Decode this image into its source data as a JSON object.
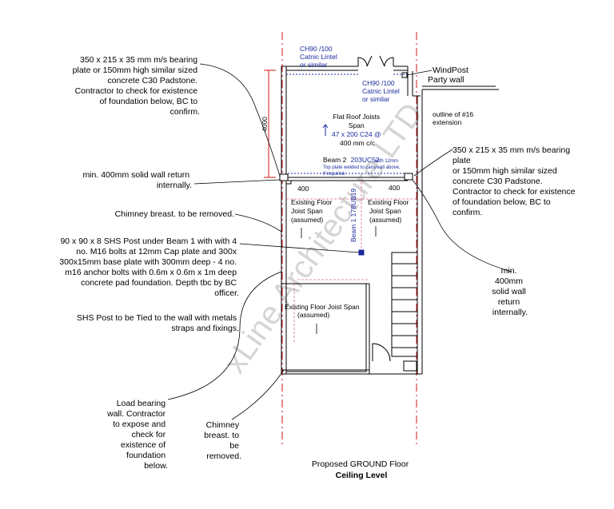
{
  "notes": {
    "padstone_left": [
      "350 x 215 x 35 mm m/s bearing",
      "plate or 150mm high similar sized",
      "concrete C30 Padstone.",
      "Contractor to check for existence",
      "of foundation below, BC to",
      "confirm."
    ],
    "wall_return_left": [
      "min. 400mm solid wall return",
      "internally."
    ],
    "chimney_remove_top": "Chimney breast. to be removed.",
    "sHS_post": [
      "90 x 90 x 8 SHS Post under Beam 1 with with 4",
      "no. M16 bolts at 12mm Cap plate and 300x",
      "300x15mm base plate with 300mm deep - 4 no.",
      "m16 anchor bolts with 0.6m x 0.6m x 1m deep",
      "concrete pad foundation. Depth tbc by BC",
      "officer."
    ],
    "sHS_tie": [
      "SHS Post to be Tied to the wall with metals",
      "straps and fixings."
    ],
    "load_bearing": [
      "Load bearing",
      "wall. Contractor",
      "to expose and",
      "check for",
      "existence of",
      "foundation",
      "below."
    ],
    "chimney_bottom": [
      "Chimney",
      "breast. to",
      "be",
      "removed."
    ],
    "windpost": [
      "WindPost",
      "Party wall"
    ],
    "outline": [
      "outline of #16",
      "extension"
    ],
    "padstone_right": [
      "350 x 215 x 35 mm m/s bearing",
      "plate",
      "or 150mm high similar sized",
      "concrete C30 Padstone.",
      "Contractor to check for existence",
      "of foundation below, BC to",
      "confirm."
    ],
    "wall_return_right": [
      "min.",
      "400mm",
      "solid wall",
      "return",
      "internally."
    ]
  },
  "plan_labels": {
    "lintel_left": [
      "CH90 /100",
      "Catnic Lintel",
      "or similar"
    ],
    "lintel_right": [
      "CH90 /100",
      "Catnic Lintel",
      "or similar"
    ],
    "flat_roof": [
      "Flat Roof Joists",
      "Span",
      "47 x 200 C24 @",
      "400 mm c/c"
    ],
    "beam2": "Beam 2",
    "beam2_spec": "203UC52",
    "beam2_note": [
      "with 12mm",
      "Top plate welded to carrywall above,",
      "if required."
    ],
    "dim_4000": "4000",
    "dim_400_left": "400",
    "dim_400_right": "400",
    "joist_left": [
      "Existing Floor",
      "Joist Span",
      "(assumed)"
    ],
    "joist_right": [
      "Existing Floor",
      "Joist Span",
      "(assumed)"
    ],
    "joist_bottom": [
      "Existing Floor Joist Span",
      "(assumed)"
    ],
    "beam1_label": "Beam 1  178UB19"
  },
  "title": {
    "line1": "Proposed GROUND Floor",
    "line2": "Ceiling Level"
  },
  "watermark": "xLine Architecture LTD",
  "colors": {
    "line": "#000000",
    "annotation_blue": "#1a2a9e",
    "gridline_red": "#d11a1a",
    "hidden_pink": "#e06a8a",
    "watermark": "#c8c8c8"
  }
}
